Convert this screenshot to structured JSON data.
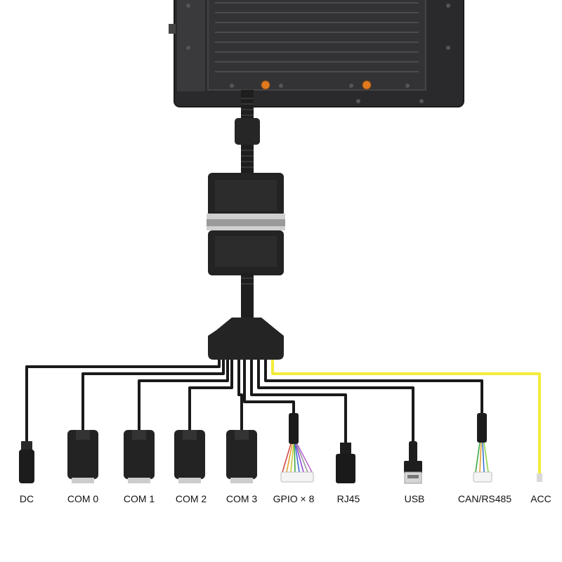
{
  "colors": {
    "cable": "#1a1a1a",
    "panel": "#2b2b2d",
    "connector": "#232323",
    "acc_wire": "#f2ec3a",
    "screw": "#e07a1f",
    "background": "#ffffff"
  },
  "connectors": [
    {
      "id": "dc",
      "label": "DC",
      "icon": "dc-barrel-icon"
    },
    {
      "id": "com0",
      "label": "COM 0",
      "icon": "db9-serial-icon"
    },
    {
      "id": "com1",
      "label": "COM 1",
      "icon": "db9-serial-icon"
    },
    {
      "id": "com2",
      "label": "COM 2",
      "icon": "db9-serial-icon"
    },
    {
      "id": "com3",
      "label": "COM 3",
      "icon": "db9-serial-icon"
    },
    {
      "id": "gpio",
      "label": "GPIO × 8",
      "icon": "gpio-terminal-icon"
    },
    {
      "id": "rj45",
      "label": "RJ45",
      "icon": "rj45-jack-icon"
    },
    {
      "id": "usb",
      "label": "USB",
      "icon": "usb-a-icon"
    },
    {
      "id": "can",
      "label": "CAN/RS485",
      "icon": "can-terminal-icon"
    },
    {
      "id": "acc",
      "label": "ACC",
      "icon": "acc-wire-icon"
    }
  ]
}
